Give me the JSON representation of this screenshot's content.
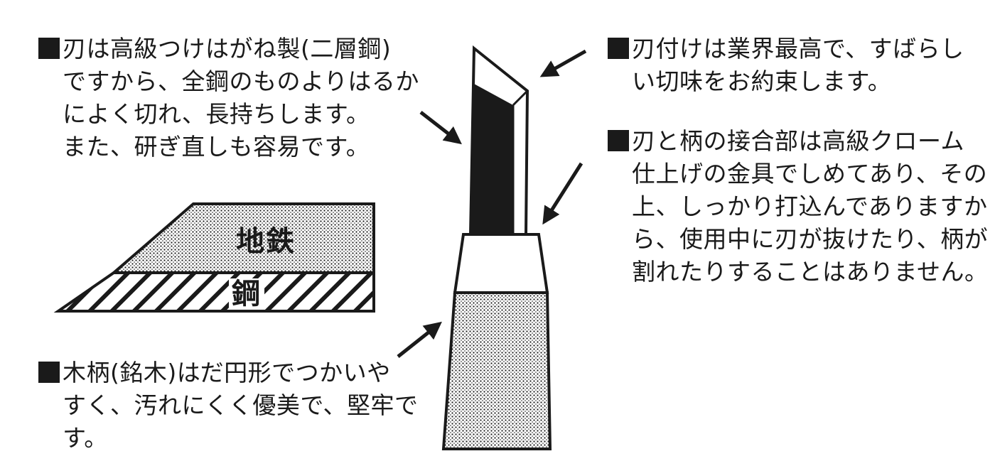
{
  "notes": {
    "blade": {
      "lines": [
        "刃は高級つけはがね製(二層鋼)",
        "ですから、全鋼のものよりはるか",
        "によく切れ、長持ちします。",
        "また、研ぎ直しも容易です。"
      ]
    },
    "handle": {
      "lines": [
        "木柄(銘木)はだ円形でつかいや",
        "すく、汚れにくく優美で、堅牢で",
        "す。"
      ]
    },
    "edge": {
      "lines": [
        "刃付けは業界最高で、すばらし",
        "い切味をお約束します。"
      ]
    },
    "ferrule": {
      "lines": [
        "刃と柄の接合部は高級クローム",
        "仕上げの金具でしめてあり、その",
        "上、しっかり打込んでありますか",
        "ら、使用中に刃が抜けたり、柄が",
        "割れたりすることはありません。"
      ]
    }
  },
  "cross_section": {
    "upper_layer": "地鉄",
    "lower_layer": "鋼"
  },
  "colors": {
    "ink": "#1a1a1a",
    "paper": "#ffffff"
  }
}
